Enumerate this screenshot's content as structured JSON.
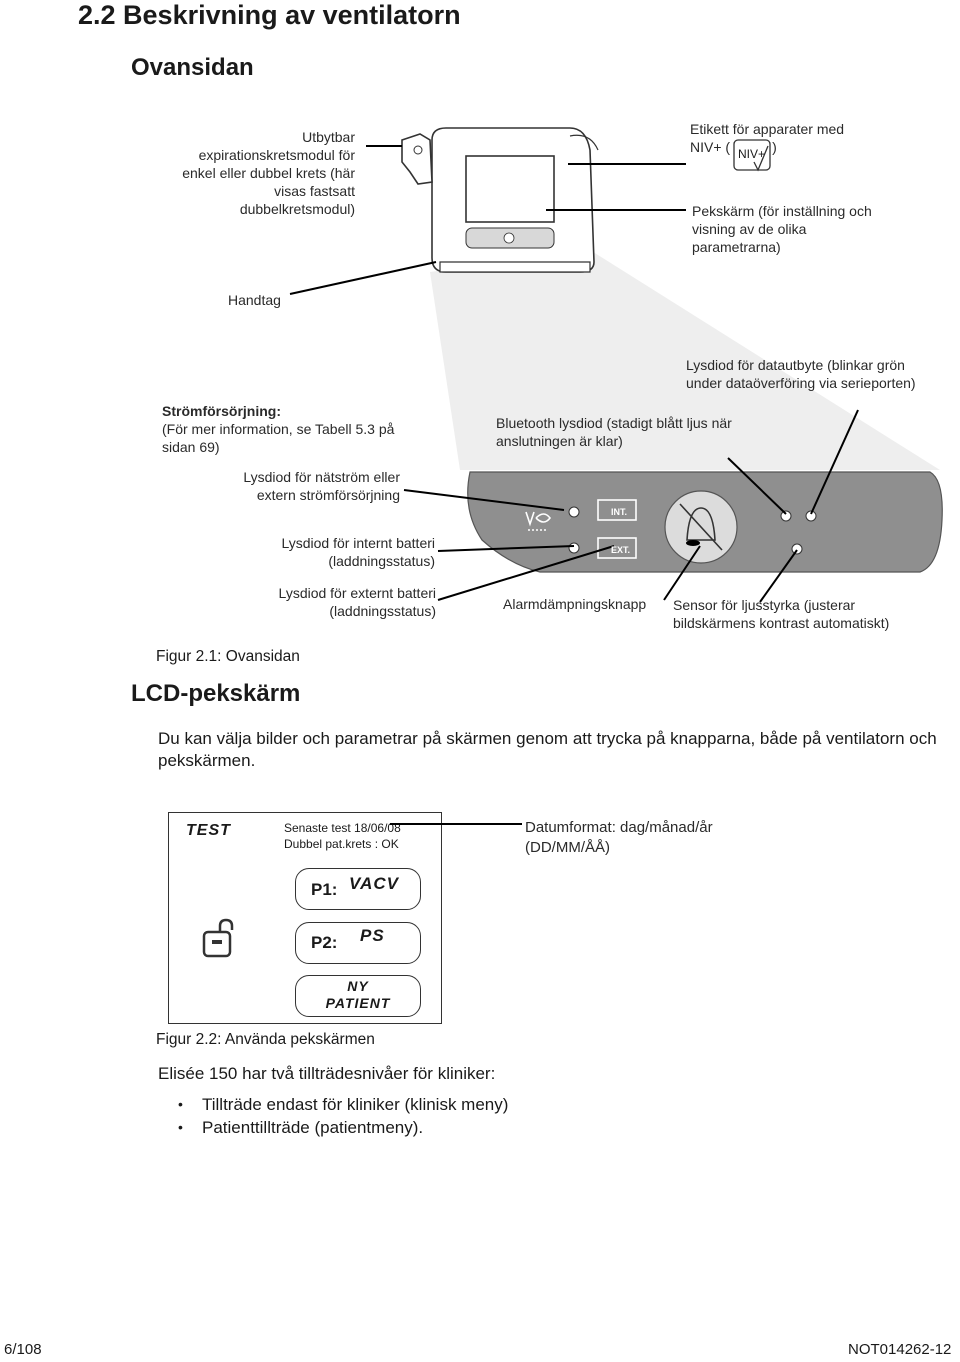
{
  "header": {
    "title": "2.2 Beskrivning av ventilatorn",
    "subtitle": "Ovansidan"
  },
  "figure1": {
    "labels": {
      "expiration_module": [
        "Utbytbar",
        "expirationskretsmodul för",
        "enkel eller dubbel krets (här",
        "visas fastsatt",
        "dubbelkretsmodul)"
      ],
      "niv_label_line1": "Etikett för apparater med",
      "niv_label_line2a": "NIV+ (",
      "niv_label_line2b": ")",
      "niv_badge": "NIV+",
      "touchscreen": [
        "Pekskärm (för inställning och",
        "visning av de olika",
        "parametrarna)"
      ],
      "handle": "Handtag",
      "power_title": "Strömförsörjning:",
      "power_text": [
        "(För mer information, se Tabell 5.3 på",
        "sidan 69)"
      ],
      "data_led": [
        "Lysdiod för datautbyte (blinkar grön",
        "under dataöverföring via serieporten)"
      ],
      "bluetooth_led": [
        "Bluetooth lysdiod (stadigt blått ljus när",
        "anslutningen är klar)"
      ],
      "mains_led": [
        "Lysdiod för nätström eller",
        "extern strömförsörjning"
      ],
      "internal_battery_led": [
        "Lysdiod för internt batteri",
        "(laddningsstatus)"
      ],
      "external_battery_led": [
        "Lysdiod för externt batteri",
        "(laddningsstatus)"
      ],
      "alarm_button": "Alarmdämpningsknapp",
      "light_sensor": [
        "Sensor för ljusstyrka (justerar",
        "bildskärmens kontrast automatiskt)"
      ],
      "panel_int": "INT.",
      "panel_ext": "EXT."
    },
    "caption": "Figur 2.1: Ovansidan"
  },
  "lcd_section": {
    "heading": "LCD-pekskärm",
    "intro": "Du kan välja bilder och parametrar på skärmen genom att trycka på knapparna, både på ventilatorn och pekskärmen."
  },
  "figure2": {
    "screen": {
      "test_label": "TEST",
      "last_test": "Senaste test 18/06/08",
      "circuit_status": "Dubbel pat.krets : OK",
      "p1_label": "P1:",
      "p1_mode": "VACV",
      "p2_label": "P2:",
      "p2_mode": "PS",
      "new_patient_line1": "NY",
      "new_patient_line2": "PATIENT"
    },
    "date_format": [
      "Datumformat: dag/månad/år",
      "(DD/MM/ÅÅ)"
    ],
    "caption": "Figur 2.2: Använda pekskärmen"
  },
  "access": {
    "intro": "Elisée 150 har två tillträdesnivåer för kliniker:",
    "items": [
      "Tillträde endast för kliniker (klinisk meny)",
      "Patienttillträde (patientmeny)."
    ]
  },
  "footer": {
    "page": "6/108",
    "doc_id": "NOT014262-12"
  }
}
